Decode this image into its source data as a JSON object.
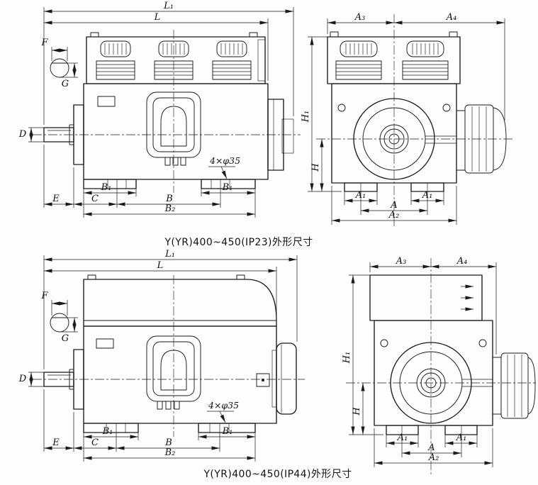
{
  "drawing": {
    "line_color": "#1b1b1b",
    "background": "#fefefe"
  },
  "labels": {
    "L1": "L₁",
    "L": "L",
    "F": "F",
    "G": "G",
    "D": "D",
    "E": "E",
    "C": "C",
    "B1": "B₁",
    "B": "B",
    "B2": "B₂",
    "holes": "4×φ35",
    "A3": "A₃",
    "A4": "A₄",
    "H1": "H₁",
    "H": "H",
    "A1": "A₁",
    "A": "A",
    "A2": "A₂"
  },
  "figures": [
    {
      "id": "ip23",
      "caption": "Y(YR)400~450(IP23)外形尺寸"
    },
    {
      "id": "ip44",
      "caption": "Y(YR)400~450(IP44)外形尺寸"
    }
  ]
}
